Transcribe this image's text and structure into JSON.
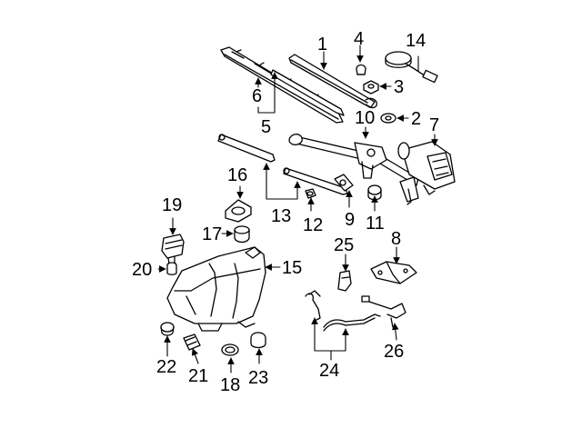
{
  "callouts": {
    "c1": "1",
    "c2": "2",
    "c3": "3",
    "c4": "4",
    "c5": "5",
    "c6": "6",
    "c7": "7",
    "c8": "8",
    "c9": "9",
    "c10": "10",
    "c11": "11",
    "c12": "12",
    "c13": "13",
    "c14": "14",
    "c15": "15",
    "c16": "16",
    "c17": "17",
    "c18": "18",
    "c19": "19",
    "c20": "20",
    "c21": "21",
    "c22": "22",
    "c23": "23",
    "c24": "24",
    "c25": "25",
    "c26": "26"
  },
  "colors": {
    "ink": "#000000",
    "paper": "#ffffff",
    "shade": "#d8d8d8"
  }
}
